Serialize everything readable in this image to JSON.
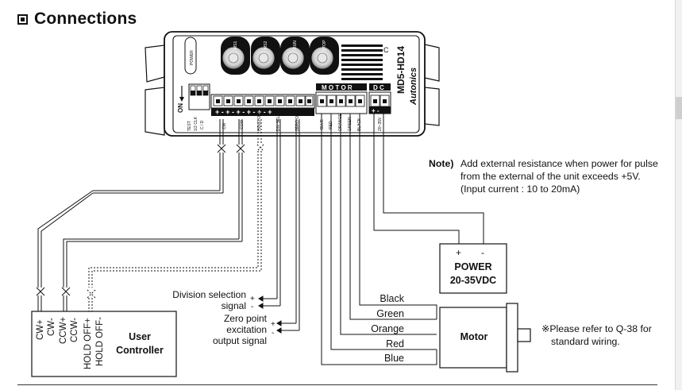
{
  "section": {
    "title": "Connections"
  },
  "driver": {
    "model": "MD5-HD14",
    "brand": "Autonics",
    "power_led": "POWER",
    "switch_labels": [
      "MS1",
      "MS2",
      "RUN",
      "STOP"
    ],
    "on_label": "ON",
    "motor_header": "M O T O R",
    "dc_header": "D C",
    "ce_mark": "C",
    "terminal_labels": [
      "CW",
      "CCW",
      "HOLD OFF",
      "DIV SEL",
      "ZERO OUT",
      "BLUE",
      "RED",
      "ORANGE",
      "GREEN",
      "BLACK",
      "20~35V"
    ],
    "dip_labels": [
      "TEST",
      "1/2 CLK",
      "C / D"
    ]
  },
  "note": {
    "label": "Note)",
    "lines": [
      "Add external resistance when power for pulse",
      "from the external of the unit exceeds +5V.",
      "(Input current : 10 to 20mA)"
    ]
  },
  "power_supply": {
    "plus": "+",
    "minus": "-",
    "line1": "POWER",
    "line2": "20-35VDC"
  },
  "motor": {
    "label": "Motor",
    "wires": [
      "Black",
      "Green",
      "Orange",
      "Red",
      "Blue"
    ]
  },
  "motor_note": {
    "mark": "※",
    "lines": [
      "Please refer to Q-38 for",
      "standard wiring."
    ]
  },
  "user_controller": {
    "line1": "User",
    "line2": "Controller",
    "terminals": [
      "CW+",
      "CW-",
      "CCW+",
      "CCW-",
      "HOLD OFF+",
      "HOLD OFF-"
    ]
  },
  "signals": {
    "division_line1": "Division selection",
    "division_line2": "signal",
    "zero_line1": "Zero point",
    "zero_line2": "excitation",
    "zero_line3": "output signal",
    "plus": "+",
    "minus": "-"
  }
}
